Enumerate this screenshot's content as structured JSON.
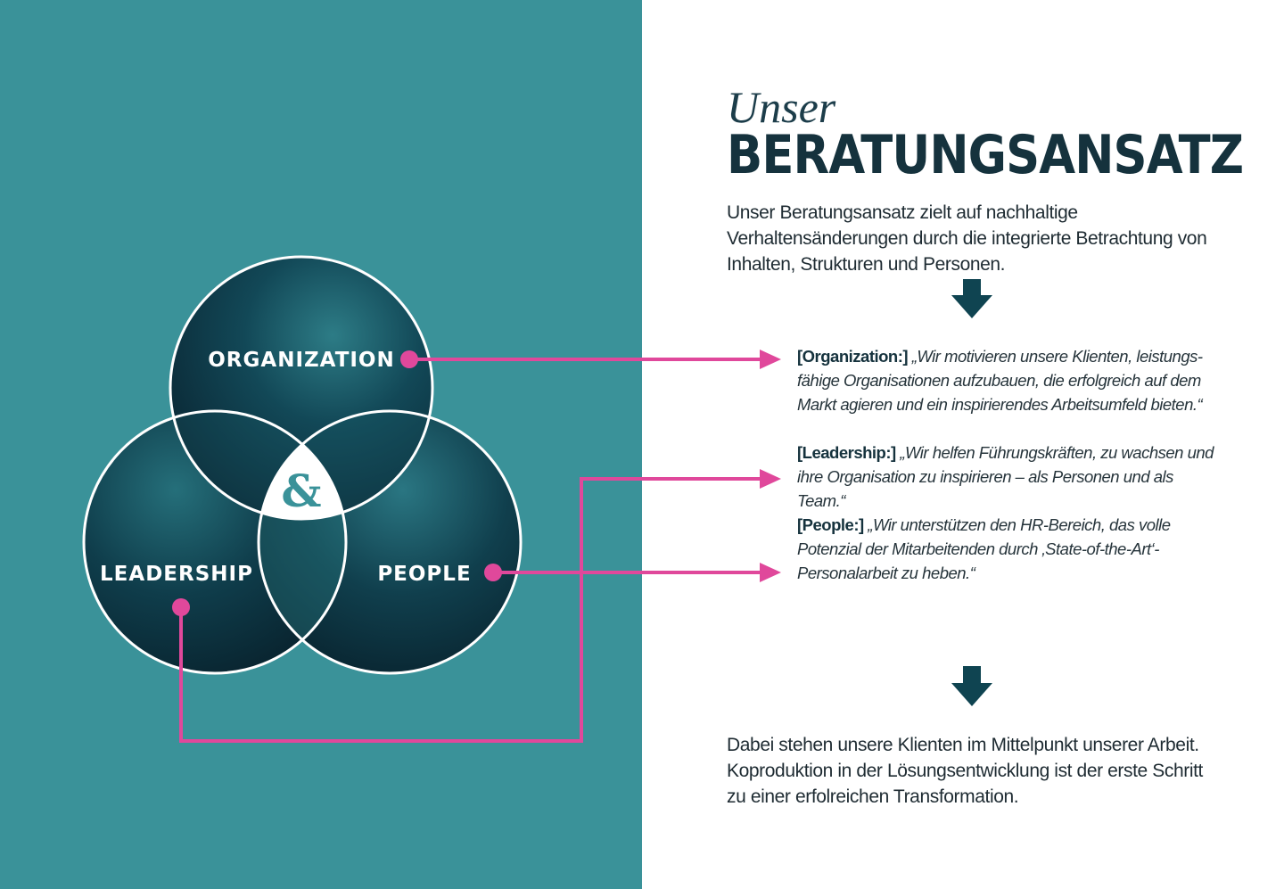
{
  "colors": {
    "panel": "#3a9299",
    "circle_dark": "#0e3140",
    "connector": "#e0489b",
    "arrow": "#0f4451"
  },
  "diagram": {
    "circles": [
      {
        "id": "organization",
        "label": "ORGANIZATION"
      },
      {
        "id": "leadership",
        "label": "LEADERSHIP"
      },
      {
        "id": "people",
        "label": "PEOPLE"
      }
    ],
    "center_symbol": "&"
  },
  "header": {
    "title_italic": "Unser",
    "title_bold": "BERATUNGSANSATZ"
  },
  "intro": "Unser Beratungsansatz zielt auf nachhaltige Verhaltensänderungen durch die integrierte Betrachtung von Inhalten, Strukturen und Personen.",
  "quotes": {
    "organization": {
      "key": "[Organization:]",
      "text": "„Wir motivieren unsere Klienten, leistungs-fähige Organisationen aufzubauen, die erfolgreich auf dem Markt agieren und ein inspirierendes Arbeitsumfeld bieten.“"
    },
    "leadership": {
      "key": "[Leadership:]",
      "text": "„Wir helfen Führungskräften, zu wachsen und ihre Organisation zu inspirieren – als Personen und als Team.“"
    },
    "people": {
      "key": "[People:]",
      "text": "„Wir unterstützen den HR-Bereich, das volle Potenzial der Mitarbeitenden durch ‚State-of-the-Art‘-Personalarbeit zu heben.“"
    }
  },
  "outro": "Dabei stehen unsere Klienten im Mittelpunkt unserer Arbeit. Koproduktion in der Lösungsentwicklung ist der erste Schritt zu einer erfolreichen Transformation."
}
